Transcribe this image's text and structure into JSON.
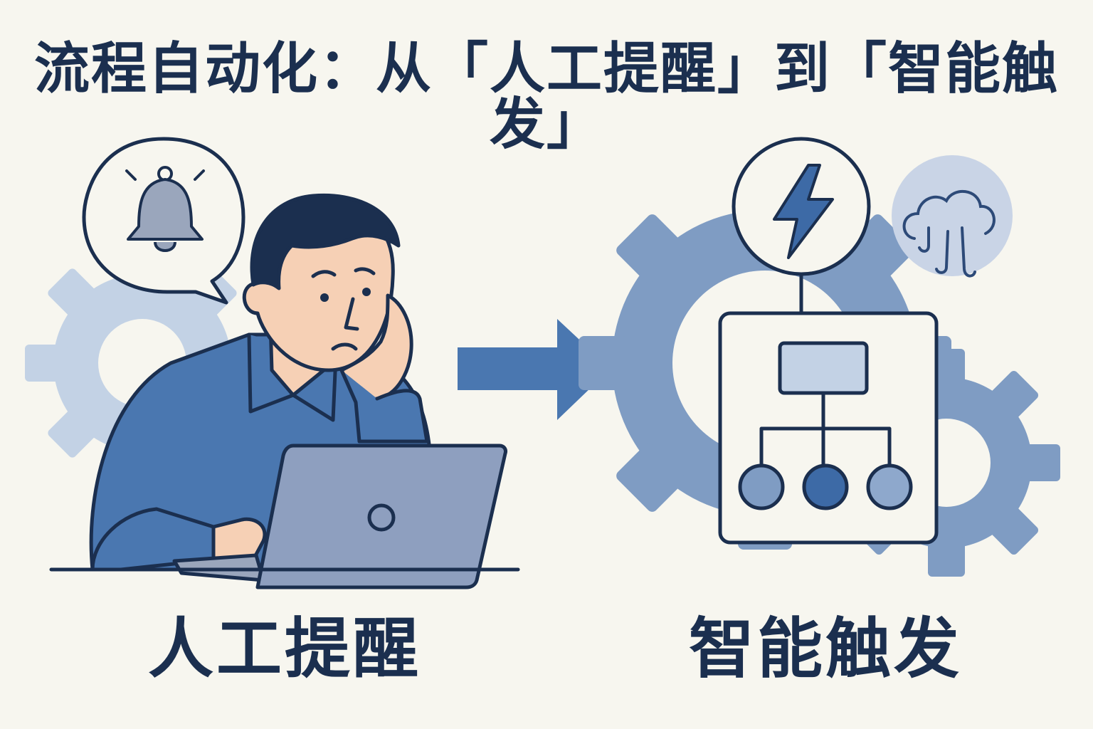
{
  "title": "流程自动化：从「人工提醒」到「智能触发」",
  "left_panel": {
    "label": "人工提醒",
    "icons": [
      "bell-icon",
      "gear-icon",
      "laptop-icon",
      "person-illustration"
    ]
  },
  "right_panel": {
    "label": "智能触发",
    "icons": [
      "lightning-icon",
      "gear-icon",
      "workflow-tree-icon",
      "cloud-icon"
    ]
  },
  "connector": {
    "icon": "right-arrow-icon"
  },
  "colors": {
    "background": "#f7f6ef",
    "navy": "#1b2f4f",
    "blue": "#4a77b0",
    "light_blue": "#8ea8cc",
    "pale_blue": "#c3d2e5",
    "skin": "#f6d0b5"
  }
}
